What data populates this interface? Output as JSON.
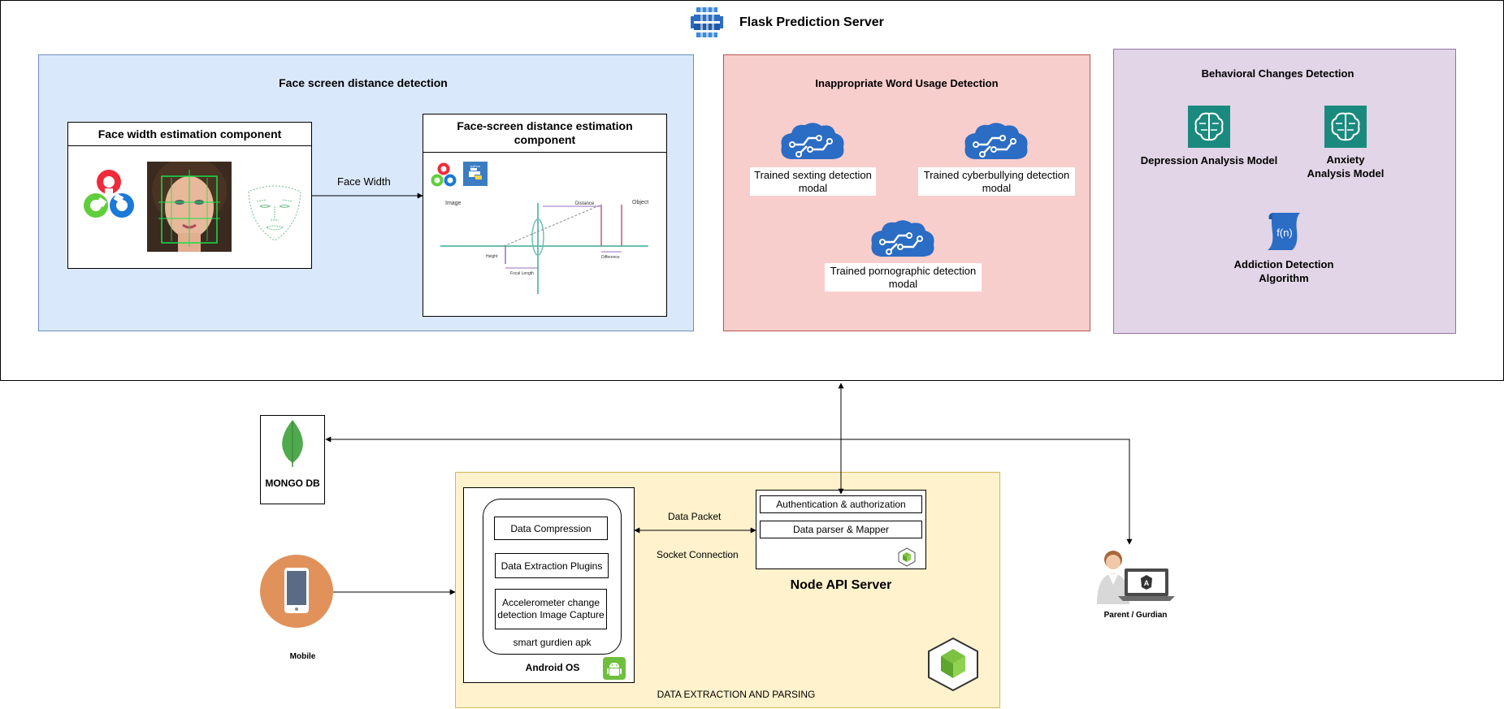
{
  "flask": {
    "title": "Flask Prediction Server"
  },
  "face_panel": {
    "title": "Face screen distance detection",
    "width_comp_title": "Face width estimation component",
    "distance_comp_title": "Face-screen distance estimation component",
    "edge_label": "Face Width",
    "optics": {
      "image_label": "Image",
      "object_label": "Object",
      "distance_label": "Distance",
      "difference_label": "Difference",
      "height_label": "Height",
      "focal_label": "Focal Length",
      "python_label": "python"
    }
  },
  "word_panel": {
    "title": "Inappropriate Word Usage Detection",
    "models": [
      "Trained sexting detection modal",
      "Trained cyberbullying detection modal",
      "Trained pornographic detection modal"
    ]
  },
  "behavior_panel": {
    "title": "Behavioral Changes Detection",
    "depression": "Depression Analysis Model",
    "anxiety_line1": "Anxiety",
    "anxiety_line2": "Analysis Model",
    "fn_glyph": "f(n)",
    "addiction_line1": "Addiction Detection",
    "addiction_line2": "Algorithm"
  },
  "mongo": {
    "label": "MONGO DB"
  },
  "mobile": {
    "label": "Mobile"
  },
  "extraction": {
    "title": "DATA EXTRACTION AND PARSING",
    "android_label": "Android OS",
    "apk_label": "smart gurdien apk",
    "items": [
      "Data Compression",
      "Data Extraction Plugins",
      "Accelerometer change detection Image Capture"
    ],
    "edge_top": "Data Packet",
    "edge_bottom": "Socket Connection"
  },
  "node": {
    "title": "Node API Server",
    "items": [
      "Authentication & authorization",
      "Data parser & Mapper"
    ]
  },
  "parent": {
    "label": "Parent / Gurdian",
    "badge": "A"
  },
  "colors": {
    "face_bg": "#dae8fc",
    "face_border": "#6c8ebf",
    "word_bg": "#f8cecc",
    "word_border": "#b85450",
    "behavior_bg": "#e1d5e7",
    "behavior_border": "#9673a6",
    "extract_bg": "#fff2cc",
    "extract_border": "#d6b656",
    "azure_blue": "#2b6cc4",
    "sagemaker": "#1a8a7e",
    "mongo_green": "#4fa94d",
    "mobile_orange": "#e0925a"
  }
}
